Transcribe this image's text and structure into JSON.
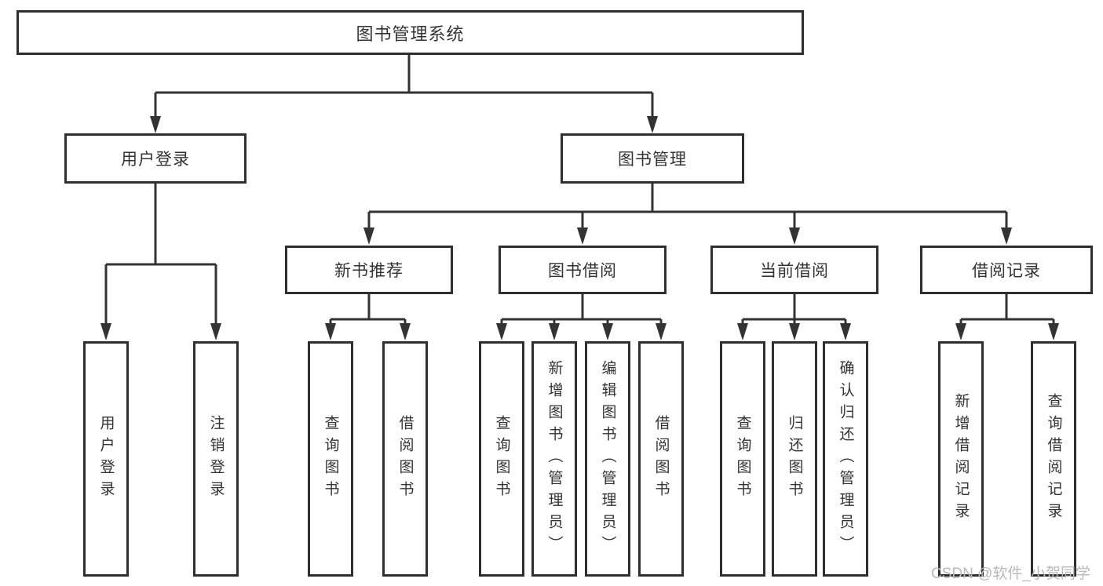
{
  "colors": {
    "line": "#333333",
    "box_border": "#2f2f2f",
    "box_fill": "#ffffff",
    "text": "#333333",
    "watermark": "#b9b9b9"
  },
  "diagram": {
    "root": {
      "label": "图书管理系统"
    },
    "level2": [
      {
        "label": "用户登录"
      },
      {
        "label": "图书管理"
      }
    ],
    "level3": [
      {
        "label": "新书推荐"
      },
      {
        "label": "图书借阅"
      },
      {
        "label": "当前借阅"
      },
      {
        "label": "借阅记录"
      }
    ],
    "level4": {
      "user_login": [
        {
          "label": "用户登录"
        },
        {
          "label": "注销登录"
        }
      ],
      "new_book": [
        {
          "label": "查询图书"
        },
        {
          "label": "借阅图书"
        }
      ],
      "book_borrow": [
        {
          "label": "查询图书"
        },
        {
          "label": "新增图书（管理员）"
        },
        {
          "label": "编辑图书（管理员）"
        },
        {
          "label": "借阅图书"
        }
      ],
      "current_borrow": [
        {
          "label": "查询图书"
        },
        {
          "label": "归还图书"
        },
        {
          "label": "确认归还（管理员）"
        }
      ],
      "borrow_record": [
        {
          "label": "新增借阅记录"
        },
        {
          "label": "查询借阅记录"
        }
      ]
    }
  },
  "watermark": {
    "text": "CSDN @软件_小贺同学"
  }
}
